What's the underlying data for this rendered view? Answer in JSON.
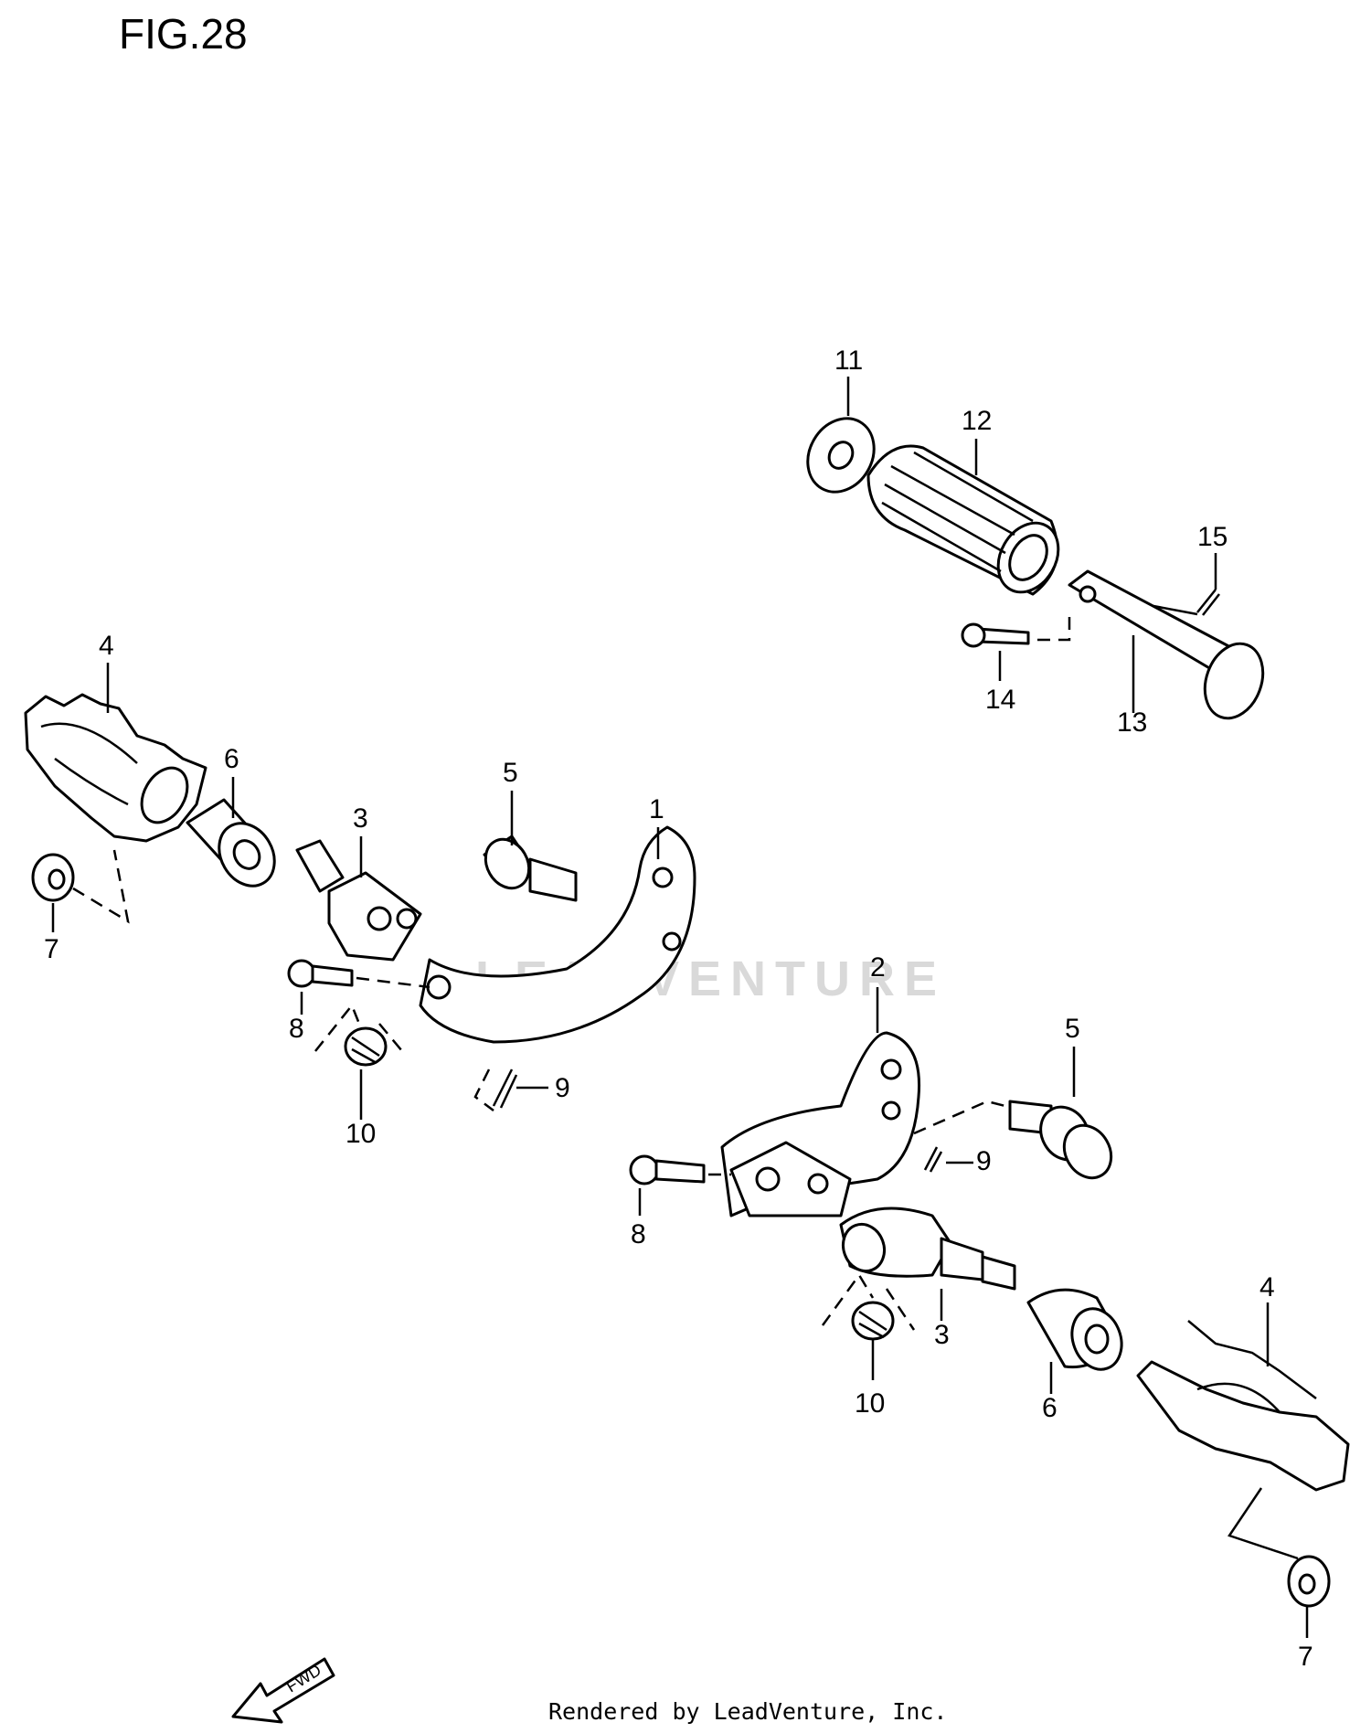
{
  "figure": {
    "title": "FIG.28"
  },
  "watermark": "LEADVENTURE",
  "footer": "Rendered by LeadVenture, Inc.",
  "fwd_label": "FWD",
  "callouts": [
    "1",
    "2",
    "3",
    "3",
    "4",
    "4",
    "5",
    "5",
    "6",
    "6",
    "7",
    "7",
    "8",
    "8",
    "9",
    "9",
    "10",
    "10",
    "11",
    "12",
    "13",
    "14",
    "15"
  ]
}
